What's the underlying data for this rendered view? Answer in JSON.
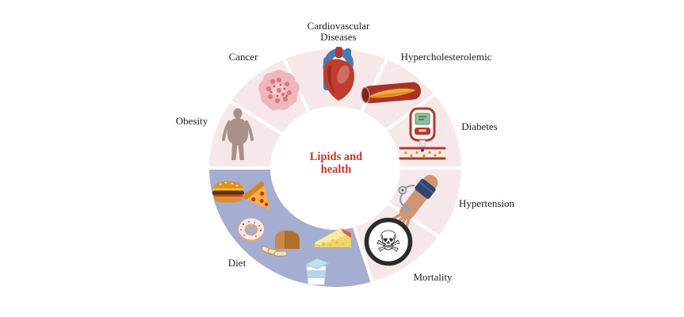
{
  "figure": {
    "type": "circular-concept-diagram",
    "center": {
      "line1": "Lipids and",
      "line2": "health"
    }
  },
  "labels": {
    "cardiovascular_line1": "Cardiovascular",
    "cardiovascular_line2": "Diseases",
    "hypercholesterolemic": "Hypercholesterolemic",
    "diabetes": "Diabetes",
    "hypertension": "Hypertension",
    "mortality": "Mortality",
    "diet": "Diet",
    "obesity": "Obesity",
    "cancer": "Cancer"
  },
  "segments": [
    {
      "name": "cardiovascular-diseases",
      "label": "Cardiovascular Diseases",
      "icon": "heart-icon",
      "color": "#f6e8e8"
    },
    {
      "name": "hypercholesterolemic",
      "label": "Hypercholesterolemic",
      "icon": "clogged-artery-icon",
      "color": "#f6e8e8"
    },
    {
      "name": "diabetes",
      "label": "Diabetes",
      "icon": "glucose-meter-icon",
      "color": "#f6e8e8"
    },
    {
      "name": "hypertension",
      "label": "Hypertension",
      "icon": "blood-pressure-arm-icon",
      "color": "#f6e8e8"
    },
    {
      "name": "mortality",
      "label": "Mortality",
      "icon": "skull-crossbones-icon",
      "color": "#f6e8e8"
    },
    {
      "name": "diet",
      "label": "Diet",
      "icon": "fatty-foods-icons",
      "color": "#a5add1"
    },
    {
      "name": "obesity",
      "label": "Obesity",
      "icon": "obese-person-icon",
      "color": "#f6e8e8"
    },
    {
      "name": "cancer",
      "label": "Cancer",
      "icon": "cancer-cells-icon",
      "color": "#f6e8e8"
    }
  ],
  "icons": {
    "skull_glyph": "☠"
  },
  "colors": {
    "segment_pink": "#f6e8e8",
    "segment_blue": "#a5add1",
    "title_red": "#c2382c",
    "label_black": "#1b1b1b",
    "skull_black": "#2b2b2b",
    "heart_red": "#c13b2e",
    "vessel_red": "#a93226",
    "plaque_yellow": "#f0a93c",
    "skin_tan": "#cf9674",
    "cuff_navy": "#32436e"
  }
}
